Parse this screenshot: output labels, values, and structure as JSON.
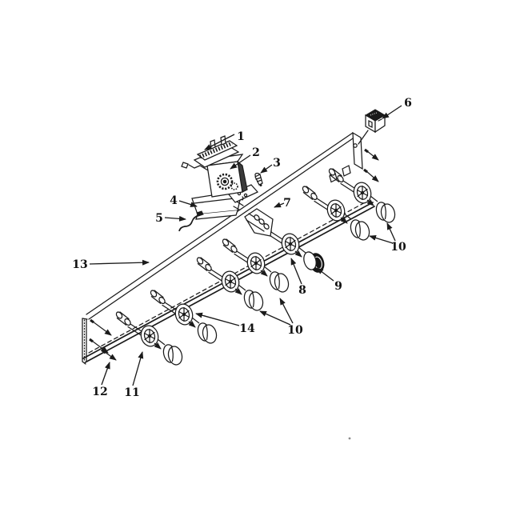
{
  "figure": {
    "kind": "exploded-parts-line-drawing",
    "background_color": "#ffffff",
    "line_color": "#1b1b1b",
    "dark_knob_color": "#161616"
  },
  "callouts": [
    {
      "label": "1"
    },
    {
      "label": "2"
    },
    {
      "label": "3"
    },
    {
      "label": "4"
    },
    {
      "label": "5"
    },
    {
      "label": "6"
    },
    {
      "label": "7"
    },
    {
      "label": "8"
    },
    {
      "label": "9"
    },
    {
      "label": "10"
    },
    {
      "label": "10"
    },
    {
      "label": "11"
    },
    {
      "label": "12"
    },
    {
      "label": "13"
    },
    {
      "label": "14"
    }
  ]
}
